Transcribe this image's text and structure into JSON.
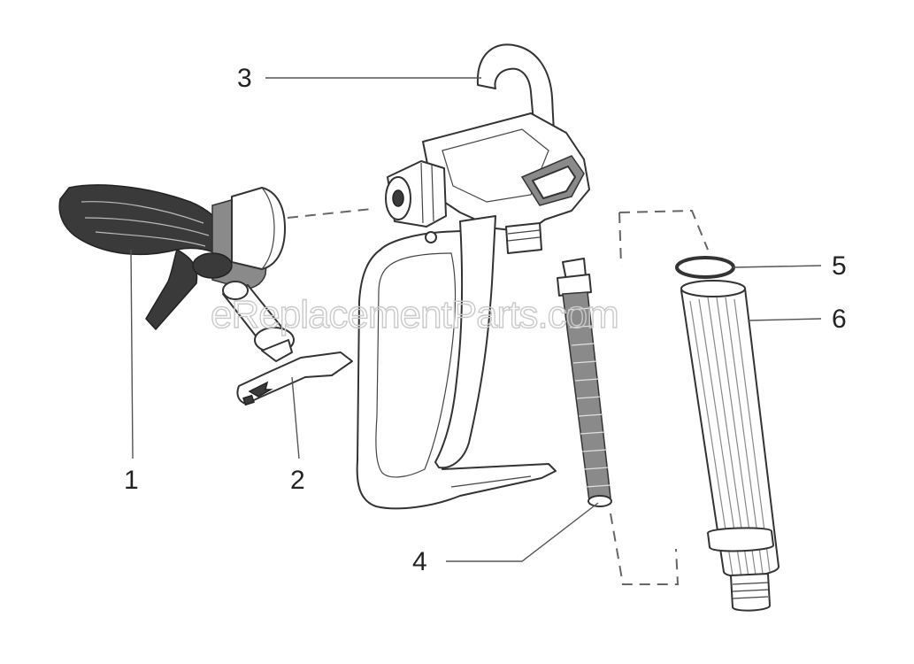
{
  "watermark": "eReplacementParts.com",
  "callouts": [
    {
      "id": "1",
      "label": "1"
    },
    {
      "id": "2",
      "label": "2"
    },
    {
      "id": "3",
      "label": "3"
    },
    {
      "id": "4",
      "label": "4"
    },
    {
      "id": "5",
      "label": "5"
    },
    {
      "id": "6",
      "label": "6"
    }
  ],
  "colors": {
    "line": "#333333",
    "dark_fill": "#3a3a3a",
    "background": "#ffffff"
  }
}
